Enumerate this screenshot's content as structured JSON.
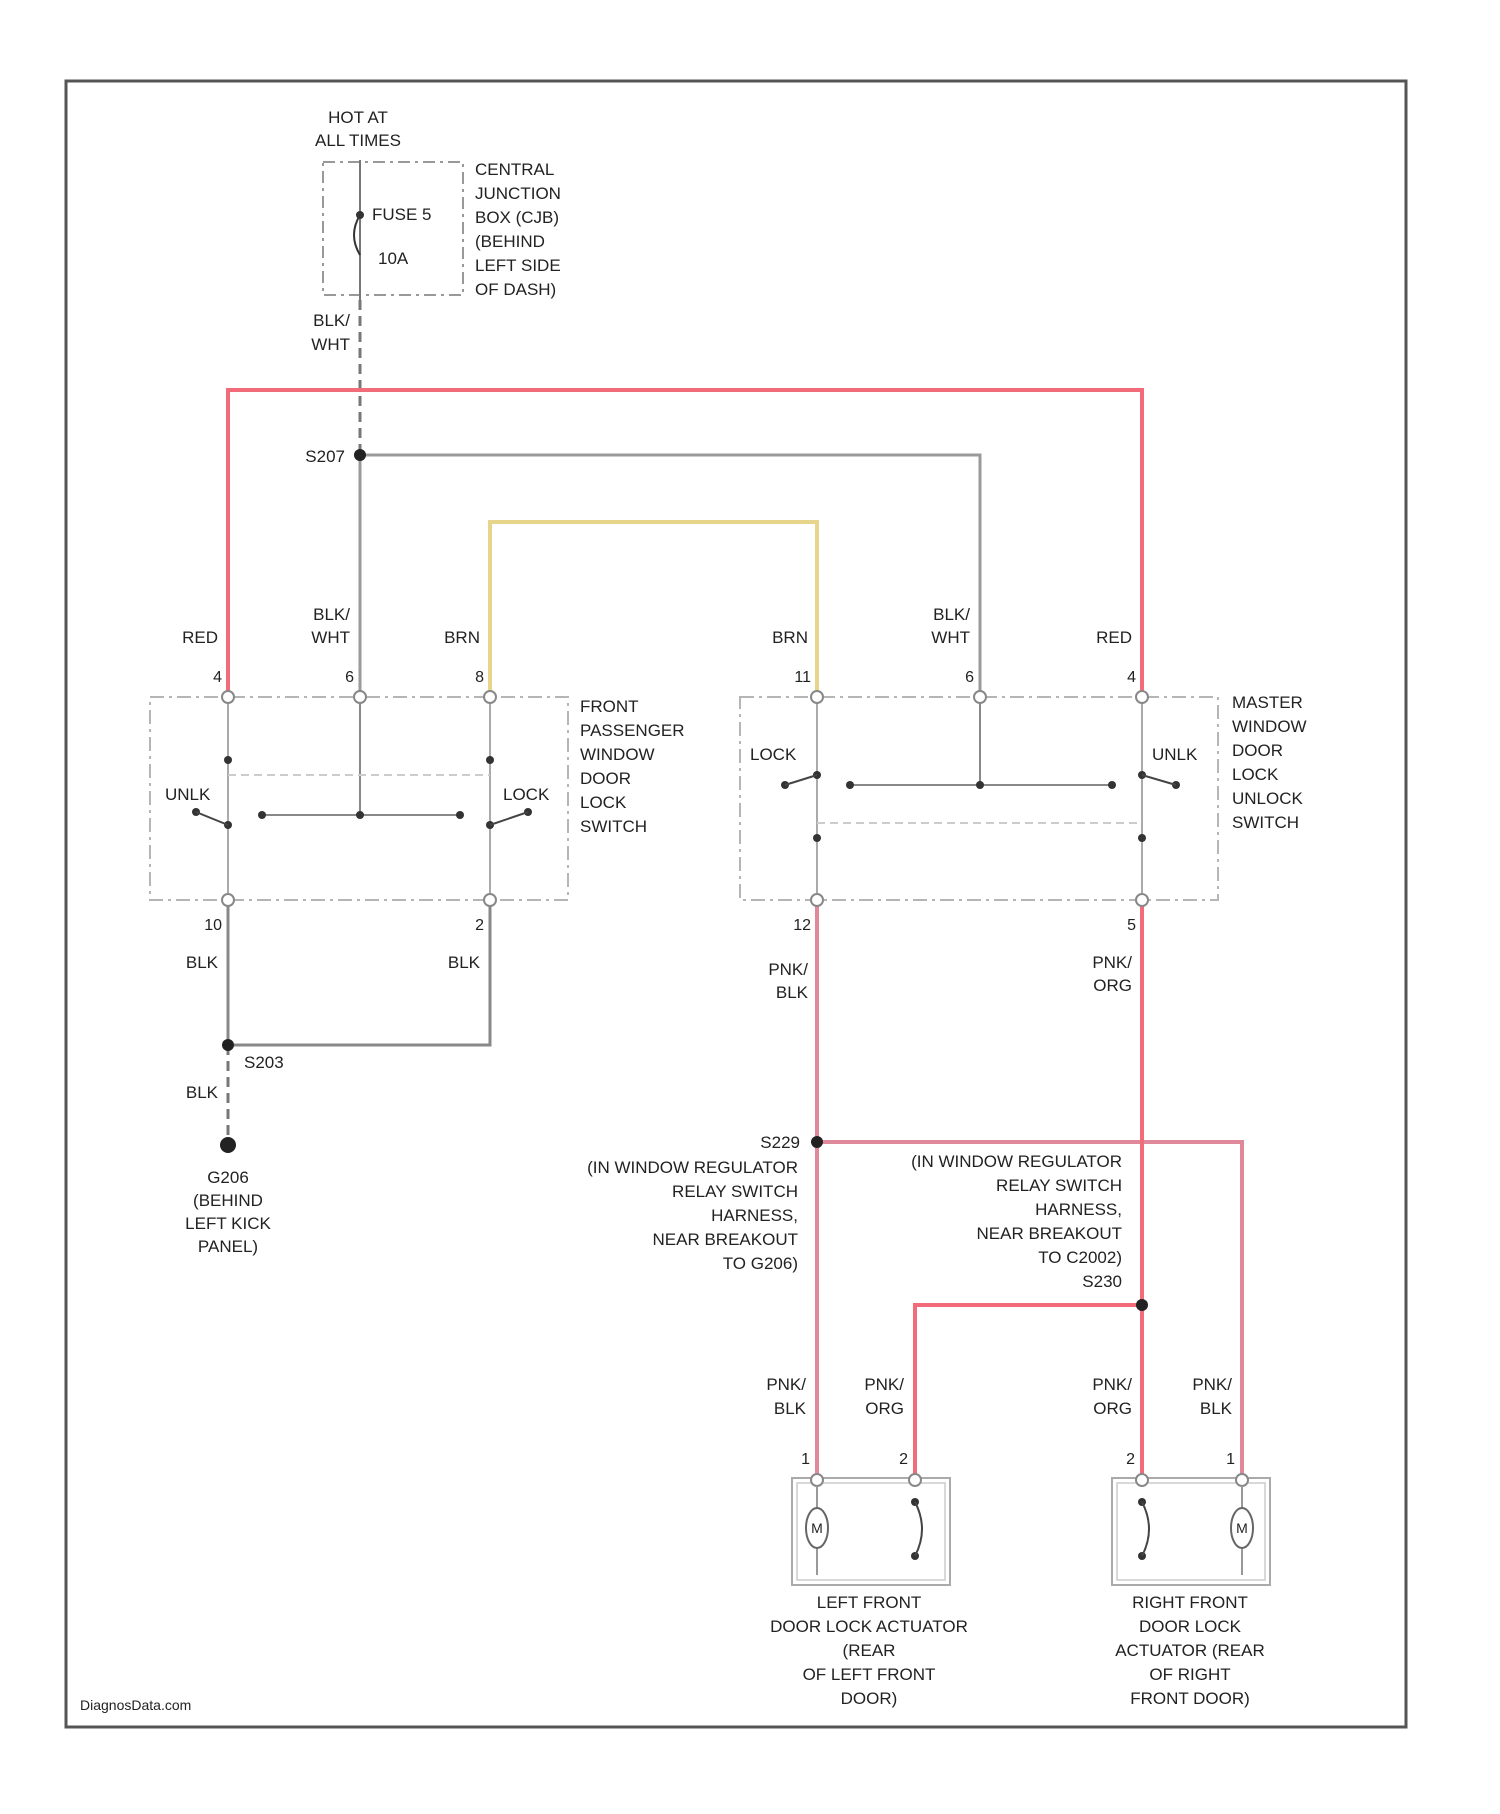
{
  "diagram": {
    "colors": {
      "red_wire": "#f26b78",
      "pink_wire": "#e0899a",
      "yellow_wire": "#e6d58a",
      "gray_wire": "#9a9a9a",
      "frame": "#555555",
      "component_outline": "#b5b5b5"
    },
    "power": {
      "source": [
        "HOT AT",
        "ALL TIMES"
      ],
      "fuse": "FUSE 5",
      "rating": "10A",
      "cjb": [
        "CENTRAL",
        "JUNCTION",
        "BOX (CJB)",
        "(BEHIND",
        "LEFT SIDE",
        "OF DASH)"
      ],
      "wire": [
        "BLK/",
        "WHT"
      ]
    },
    "splices": {
      "s207": "S207",
      "s203": "S203",
      "g206": [
        "G206",
        "(BEHIND",
        "LEFT KICK",
        "PANEL)"
      ],
      "s229": "S229",
      "s229_left_note": [
        "(IN WINDOW REGULATOR",
        "RELAY SWITCH",
        "HARNESS,",
        "NEAR BREAKOUT",
        "TO G206)"
      ],
      "s229_right_note": [
        "(IN WINDOW REGULATOR",
        "RELAY SWITCH",
        "HARNESS,",
        "NEAR BREAKOUT",
        "TO C2002)"
      ],
      "s230": "S230"
    },
    "passenger_switch": {
      "name": [
        "FRONT",
        "PASSENGER",
        "WINDOW",
        "DOOR",
        "LOCK",
        "SWITCH"
      ],
      "top_wires": [
        [
          "RED"
        ],
        [
          "BLK/",
          "WHT"
        ],
        [
          "BRN"
        ]
      ],
      "top_pins": [
        "4",
        "6",
        "8"
      ],
      "bottom_pins": [
        "10",
        "2"
      ],
      "bottom_wires": [
        "BLK",
        "BLK"
      ],
      "unlk": "UNLK",
      "lock": "LOCK"
    },
    "master_switch": {
      "name": [
        "MASTER",
        "WINDOW",
        "DOOR",
        "LOCK",
        "UNLOCK",
        "SWITCH"
      ],
      "top_wires": [
        [
          "BRN"
        ],
        [
          "BLK/",
          "WHT"
        ],
        [
          "RED"
        ]
      ],
      "top_pins": [
        "11",
        "6",
        "4"
      ],
      "bottom_pins": [
        "12",
        "5"
      ],
      "bottom_wires": [
        [
          "PNK/",
          "BLK"
        ],
        [
          "PNK/",
          "ORG"
        ]
      ],
      "lock": "LOCK",
      "unlk": "UNLK"
    },
    "ground_wire": "BLK",
    "actuators": {
      "wires": [
        [
          "PNK/",
          "BLK"
        ],
        [
          "PNK/",
          "ORG"
        ],
        [
          "PNK/",
          "ORG"
        ],
        [
          "PNK/",
          "BLK"
        ]
      ],
      "left_pins": [
        "1",
        "2"
      ],
      "right_pins": [
        "2",
        "1"
      ],
      "motor": "M",
      "left_name": [
        "LEFT FRONT",
        "DOOR LOCK ACTUATOR",
        "(REAR",
        "OF LEFT FRONT",
        "DOOR)"
      ],
      "right_name": [
        "RIGHT FRONT",
        "DOOR LOCK",
        "ACTUATOR (REAR",
        "OF RIGHT",
        "FRONT DOOR)"
      ]
    },
    "watermark": "DiagnosData.com"
  }
}
